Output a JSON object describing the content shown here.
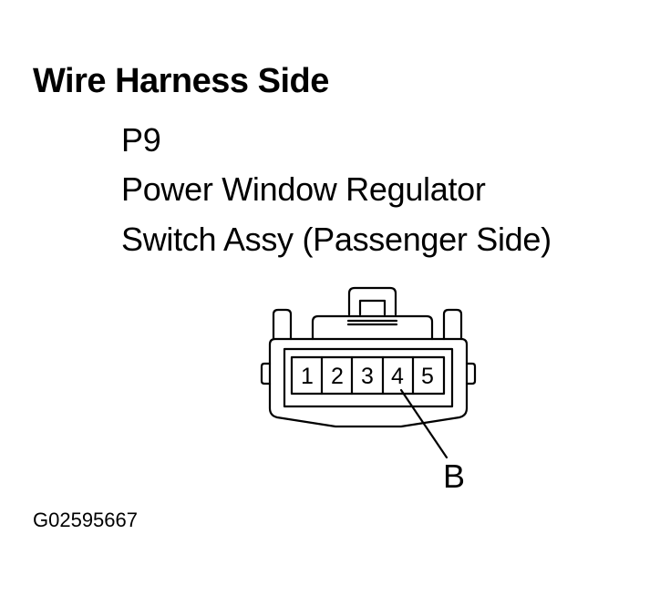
{
  "title": "Wire Harness Side",
  "connector": {
    "code": "P9",
    "name_line1": "Power Window Regulator",
    "name_line2": "Switch Assy (Passenger Side)",
    "pins": [
      "1",
      "2",
      "3",
      "4",
      "5"
    ],
    "callout_label": "B"
  },
  "figure_id": "G02595667"
}
